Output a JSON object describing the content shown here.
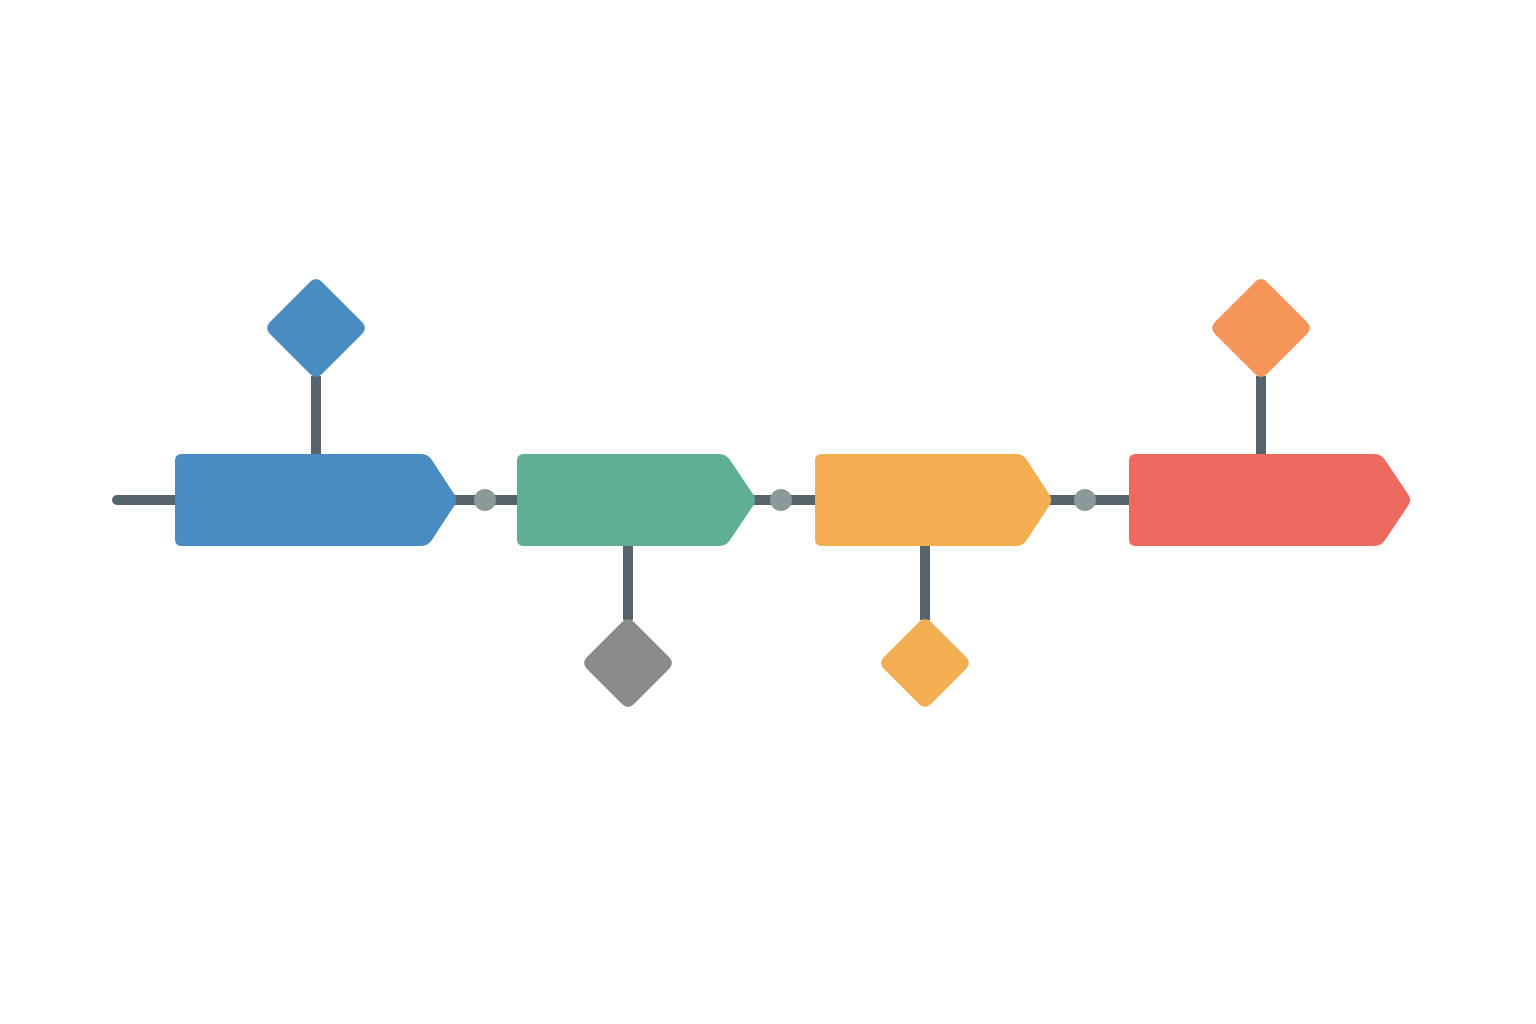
{
  "colors": {
    "background": "#ffffff",
    "line": "#56646c",
    "node_dot": "#8a9a98",
    "blue": "#4a8bc2",
    "green": "#5fae95",
    "yellow": "#f4ae52",
    "red": "#ec6a60",
    "gray": "#8a8c8a",
    "orange": "#f39658"
  },
  "stages": [
    {
      "id": "stage-1",
      "color": "blue",
      "marker": {
        "side": "top",
        "color": "blue"
      }
    },
    {
      "id": "stage-2",
      "color": "green",
      "marker": {
        "side": "bottom",
        "color": "gray"
      }
    },
    {
      "id": "stage-3",
      "color": "yellow",
      "marker": {
        "side": "bottom",
        "color": "yellow"
      }
    },
    {
      "id": "stage-4",
      "color": "red",
      "marker": {
        "side": "top",
        "color": "orange"
      }
    }
  ]
}
